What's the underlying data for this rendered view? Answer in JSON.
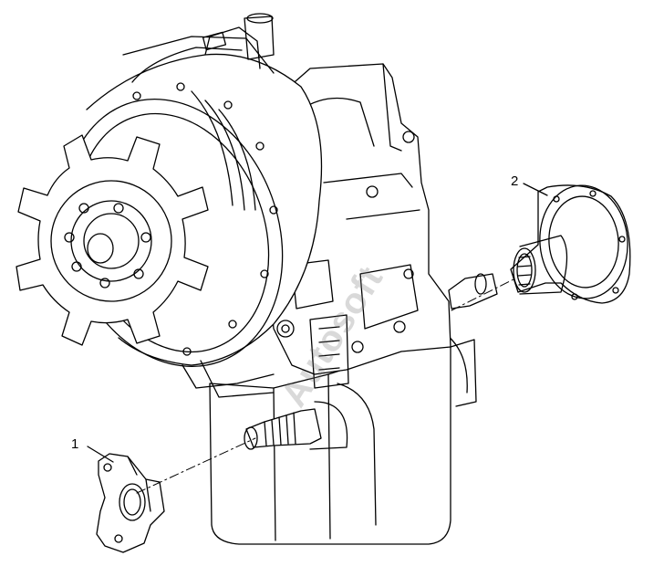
{
  "diagram": {
    "callouts": [
      {
        "id": "1",
        "label": "1"
      },
      {
        "id": "2",
        "label": "2"
      }
    ],
    "watermark": "Autosoft"
  },
  "colors": {
    "line": "#000000",
    "background": "#ffffff",
    "watermark": "#9a9a9a"
  }
}
